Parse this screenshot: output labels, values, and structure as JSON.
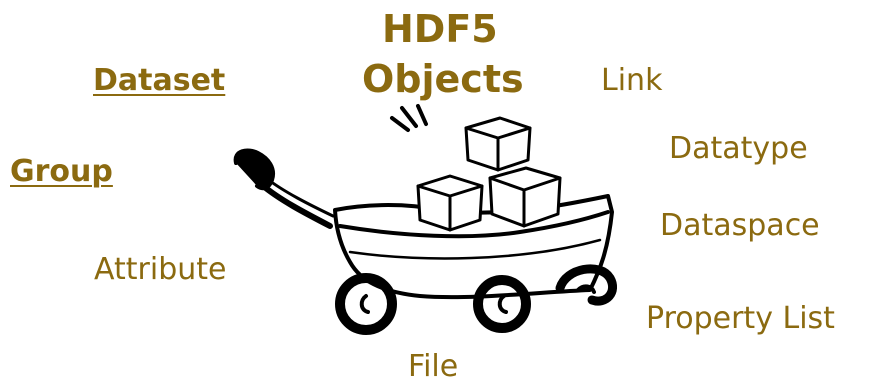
{
  "colors": {
    "text": "#8b6a10",
    "ink": "#000000",
    "background": "#ffffff"
  },
  "title": {
    "line1": "HDF5",
    "line2": "Objects"
  },
  "labels": {
    "dataset": "Dataset",
    "group": "Group",
    "attribute": "Attribute",
    "file": "File",
    "link": "Link",
    "datatype": "Datatype",
    "dataspace": "Dataspace",
    "property_list": "Property List"
  },
  "illustration": {
    "icon": "wagon-with-boxes-icon"
  }
}
